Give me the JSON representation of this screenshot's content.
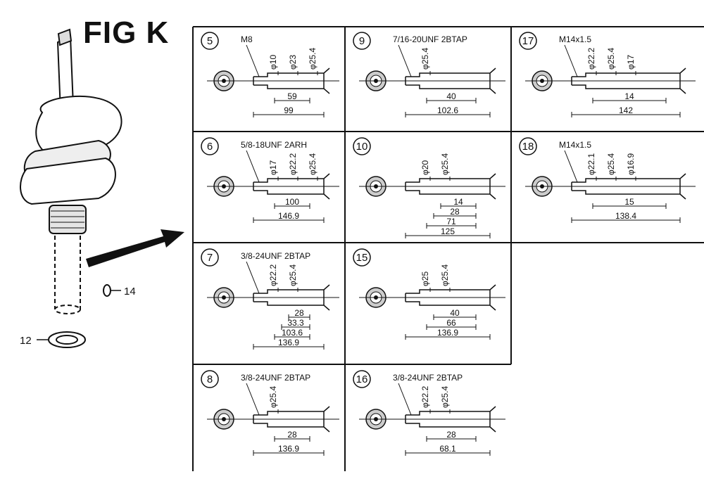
{
  "figure_title": "FIG K",
  "callouts": {
    "seal": "14",
    "washer": "12"
  },
  "panels": [
    {
      "num": "5",
      "thread": "M8",
      "dims": [
        "φ10",
        "φ23",
        "φ25.4"
      ],
      "lengths": [
        "59",
        "99"
      ]
    },
    {
      "num": "9",
      "thread": "7/16-20UNF 2BTAP",
      "dims": [
        "φ25.4"
      ],
      "lengths": [
        "40",
        "102.6"
      ]
    },
    {
      "num": "17",
      "thread": "M14x1.5",
      "dims": [
        "φ22.2",
        "φ25.4",
        "φ17"
      ],
      "lengths": [
        "14",
        "142"
      ]
    },
    {
      "num": "6",
      "thread": "5/8-18UNF 2ARH",
      "dims": [
        "φ17",
        "φ22.2",
        "φ25.4"
      ],
      "lengths": [
        "100",
        "146.9"
      ]
    },
    {
      "num": "10",
      "thread": "",
      "dims": [
        "φ20",
        "φ25.4"
      ],
      "lengths": [
        "14",
        "28",
        "71",
        "125"
      ]
    },
    {
      "num": "18",
      "thread": "M14x1.5",
      "dims": [
        "φ22.1",
        "φ25.4",
        "φ16.9"
      ],
      "lengths": [
        "15",
        "138.4"
      ]
    },
    {
      "num": "7",
      "thread": "3/8-24UNF 2BTAP",
      "dims": [
        "φ22.2",
        "φ25.4"
      ],
      "lengths": [
        "28",
        "33.3",
        "103.6",
        "136.9"
      ]
    },
    {
      "num": "15",
      "thread": "",
      "dims": [
        "φ25",
        "φ25.4"
      ],
      "lengths": [
        "40",
        "66",
        "136.9"
      ]
    },
    {
      "num": "8",
      "thread": "3/8-24UNF 2BTAP",
      "dims": [
        "φ25.4"
      ],
      "lengths": [
        "28",
        "136.9"
      ]
    },
    {
      "num": "16",
      "thread": "3/8-24UNF 2BTAP",
      "dims": [
        "φ22.2",
        "φ25.4"
      ],
      "lengths": [
        "28",
        "68.1"
      ]
    }
  ]
}
